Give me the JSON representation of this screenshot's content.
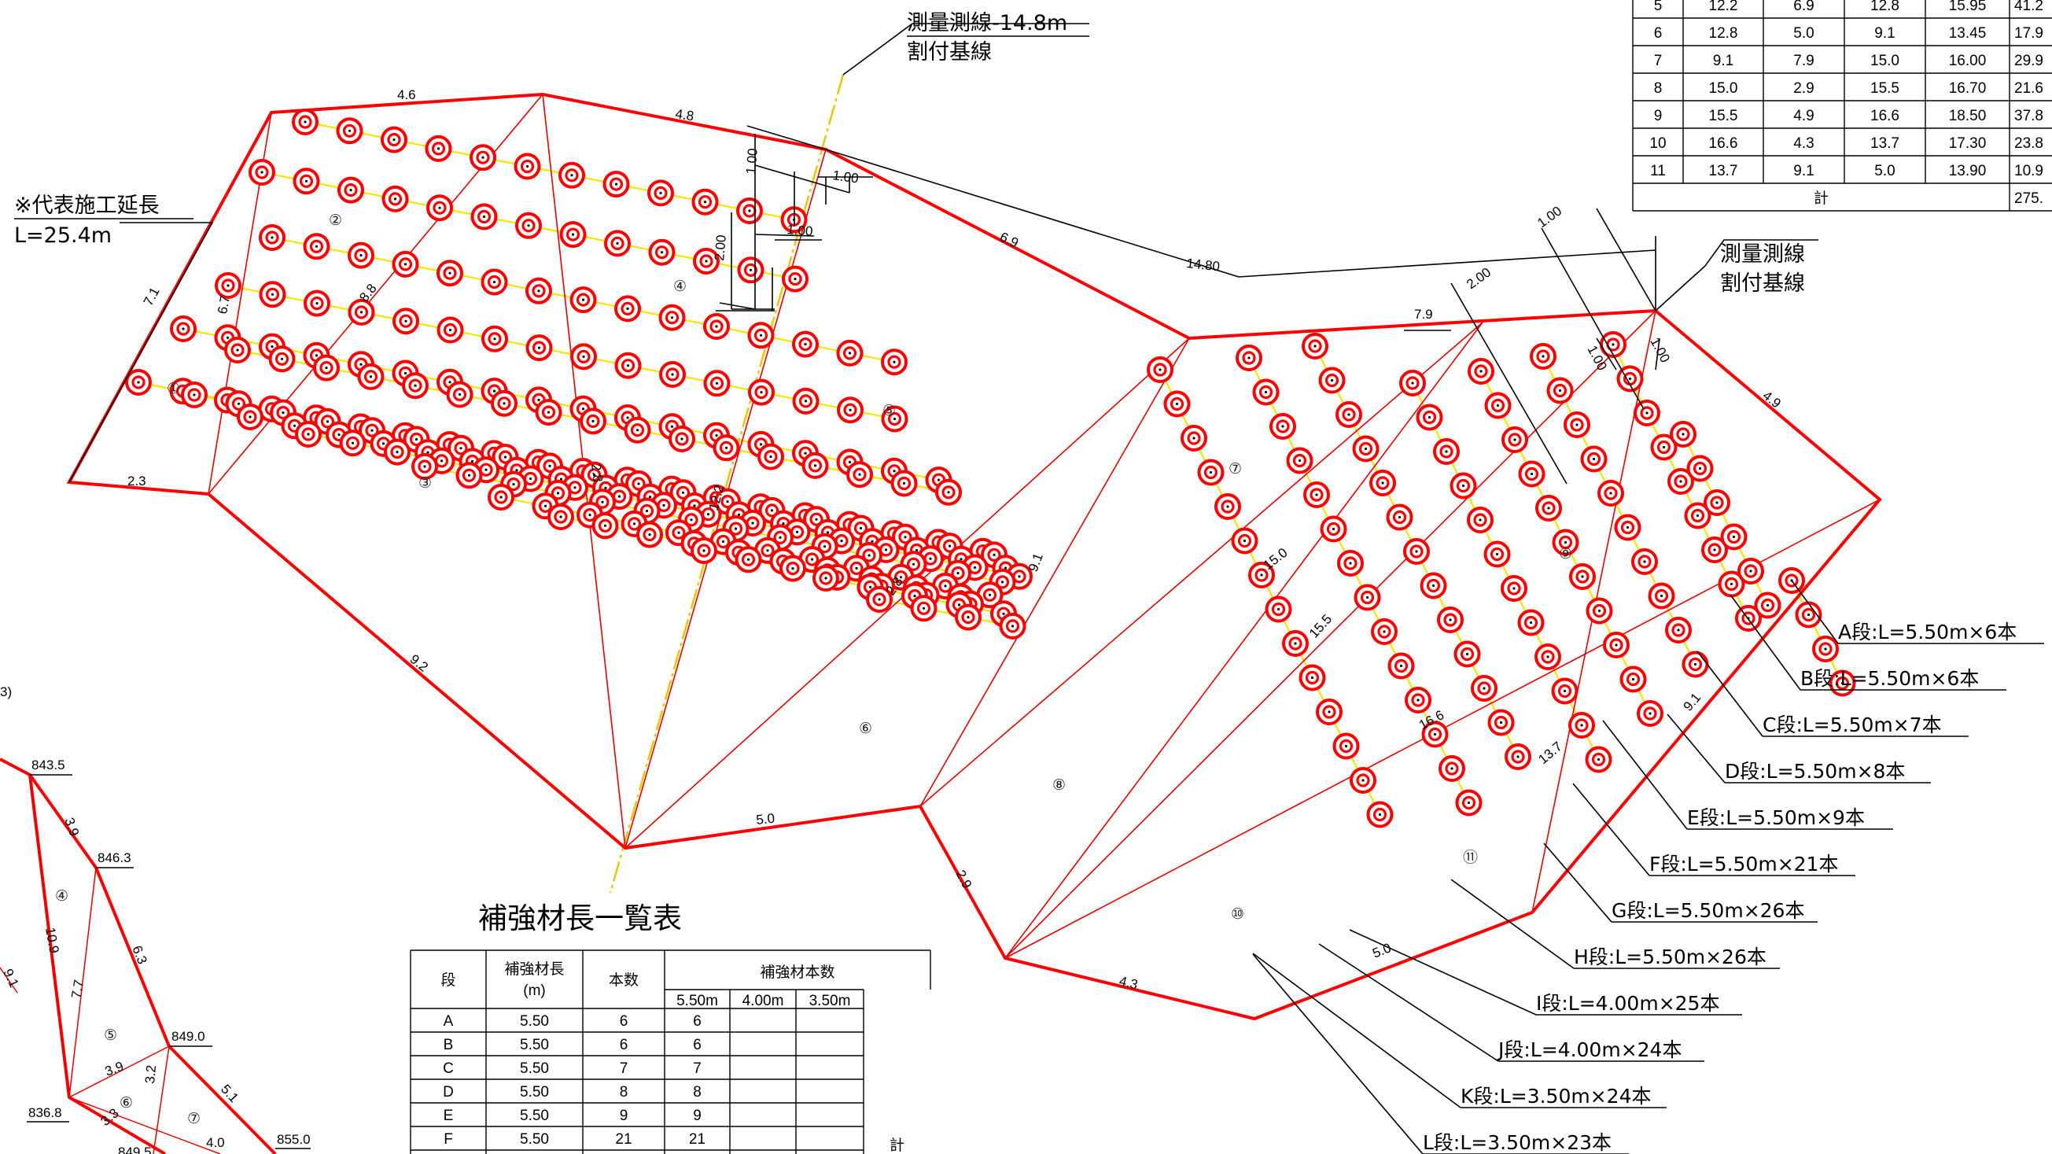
{
  "survey_line_label": {
    "line1": "測量測線-14.8m",
    "line2": "割付基線"
  },
  "survey_line_label_right": {
    "line1": "測量測線",
    "line2": "割付基線"
  },
  "representative_length": {
    "line1": "※代表施工延長",
    "line2": "L=25.4m"
  },
  "survey_distance": "14.80",
  "table_title": "補強材長一覧表",
  "table_headers": {
    "tier": "段",
    "length_line1": "補強材長",
    "length_line2": "(m)",
    "count": "本数",
    "counts_by_length": "補強材本数",
    "len_a": "5.50m",
    "len_b": "4.00m",
    "len_c": "3.50m",
    "total": "計"
  },
  "table_rows": [
    {
      "tier": "A",
      "length": "5.50",
      "count": "6",
      "c550": "6"
    },
    {
      "tier": "B",
      "length": "5.50",
      "count": "6",
      "c550": "6"
    },
    {
      "tier": "C",
      "length": "5.50",
      "count": "7",
      "c550": "7"
    },
    {
      "tier": "D",
      "length": "5.50",
      "count": "8",
      "c550": "8"
    },
    {
      "tier": "E",
      "length": "5.50",
      "count": "9",
      "c550": "9"
    },
    {
      "tier": "F",
      "length": "5.50",
      "count": "21",
      "c550": "21"
    }
  ],
  "area_table": {
    "rows": [
      [
        "5",
        "12.2",
        "6.9",
        "12.8",
        "15.95",
        "41.2"
      ],
      [
        "6",
        "12.8",
        "5.0",
        "9.1",
        "13.45",
        "17.9"
      ],
      [
        "7",
        "9.1",
        "7.9",
        "15.0",
        "16.00",
        "29.9"
      ],
      [
        "8",
        "15.0",
        "2.9",
        "15.5",
        "16.70",
        "21.6"
      ],
      [
        "9",
        "15.5",
        "4.9",
        "16.6",
        "18.50",
        "37.8"
      ],
      [
        "10",
        "16.6",
        "4.3",
        "13.7",
        "17.30",
        "23.8"
      ],
      [
        "11",
        "13.7",
        "9.1",
        "5.0",
        "13.90",
        "10.9"
      ]
    ],
    "total_label": "計",
    "total_value": "275."
  },
  "tier_callouts": [
    "A段:L=5.50m×6本",
    "B段:L=5.50m×6本",
    "C段:L=5.50m×7本",
    "D段:L=5.50m×8本",
    "E段:L=5.50m×9本",
    "F段:L=5.50m×21本",
    "G段:L=5.50m×26本",
    "H段:L=5.50m×26本",
    "I段:L=4.00m×25本",
    "J段:L=4.00m×24本",
    "K段:L=3.50m×24本",
    "L段:L=3.50m×23本"
  ],
  "zone_labels": [
    "①",
    "②",
    "③",
    "④",
    "⑤",
    "⑥",
    "⑦",
    "⑧",
    "⑨",
    "⑩",
    "⑪"
  ],
  "dimensions": {
    "top_a": "4.6",
    "top_b": "4.8",
    "top_c": "6.9",
    "left": "7.1",
    "bottom_a": "2.3",
    "mid_a": "6.7",
    "mid_b": "8.8",
    "mid_c": "2.8",
    "mid_d": "12.2",
    "mid_e": "9.2",
    "bottom_b": "5.0",
    "mid_f": "2.8",
    "mid_g": "9.1",
    "mid_h": "15.0",
    "mid_i": "15.5",
    "mid_j": "16.6",
    "mid_k": "13.7",
    "right_a": "4.9",
    "right_b": "9.1",
    "bottom_c": "4.3",
    "bottom_d": "5.0",
    "bottom_e": "2.9",
    "top_d": "7.9",
    "sp1": "1.00",
    "sp2": "1.00",
    "sp3": "1.00",
    "sp4": "2.00",
    "sp5": "1.00",
    "sp6": "2.00",
    "sp7": "1.00",
    "sp8": "1.00"
  },
  "inset": {
    "page_ref": "3)",
    "elevations": [
      "843.5",
      "846.3",
      "849.0",
      "836.8",
      "855.0",
      "849.5"
    ],
    "dims": [
      "3.9",
      "10.9",
      "7.7",
      "6.3",
      "9.1",
      "3.9",
      "3.2",
      "3.3",
      "5.1",
      "4.0"
    ],
    "zones": [
      "④",
      "⑤",
      "⑥",
      "⑦"
    ]
  },
  "colors": {
    "outline": "#ff0000",
    "anchor": "#ff0000",
    "gridline": "#f4e600",
    "baseline": "#e6c800",
    "line": "#000000"
  }
}
